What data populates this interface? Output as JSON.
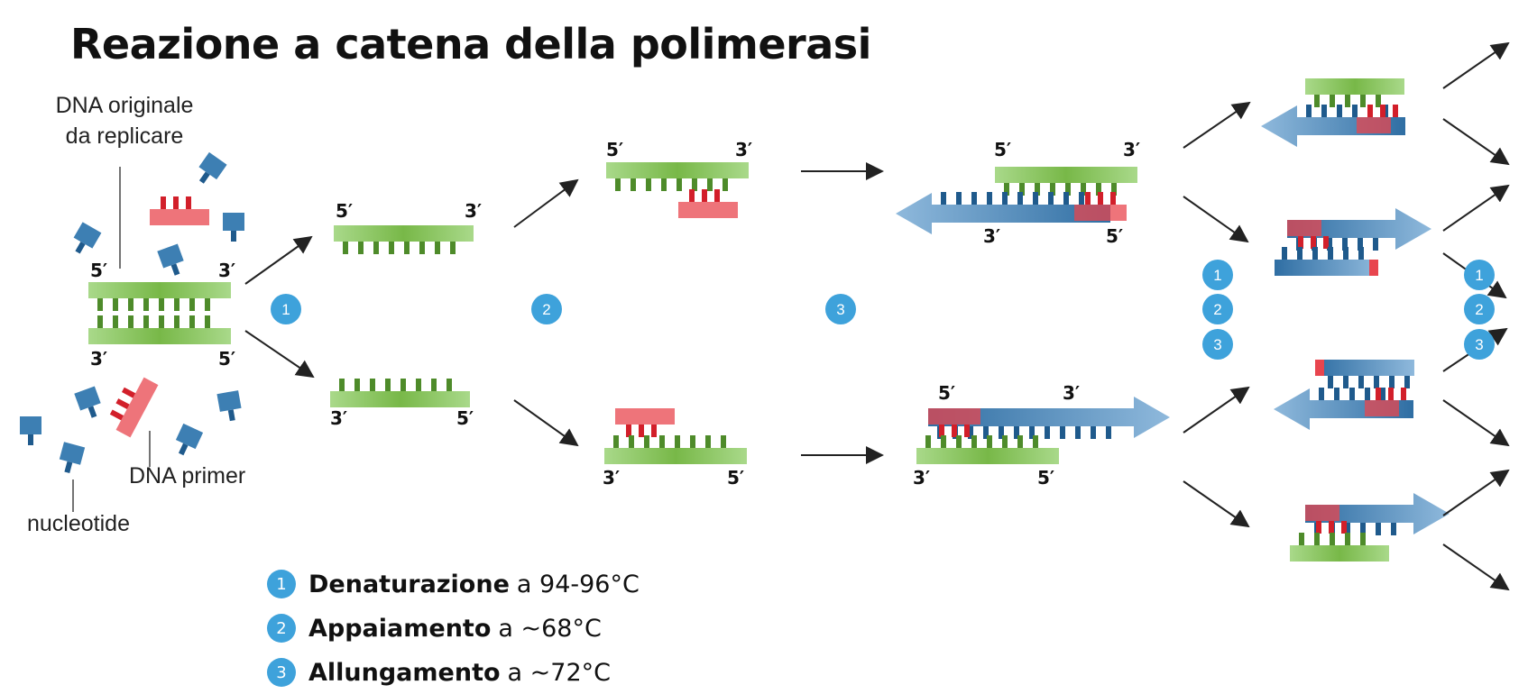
{
  "title": "Reazione a catena della polimerasi",
  "labels": {
    "original_dna": "DNA originale\nda replicare",
    "primer": "DNA primer",
    "nucleotide": "nucleotide"
  },
  "ends": {
    "five": "5′",
    "three": "3′"
  },
  "steps": [
    {
      "num": "1",
      "name": "Denaturazione",
      "temp": "a 94-96°C"
    },
    {
      "num": "2",
      "name": "Appaiamento",
      "temp": "a ~68°C"
    },
    {
      "num": "3",
      "name": "Allungamento",
      "temp": "a ~72°C"
    }
  ],
  "colors": {
    "green": "#7cbd4a",
    "blue": "#3d7fb3",
    "red": "#e8454e",
    "badge": "#3ea2db"
  }
}
